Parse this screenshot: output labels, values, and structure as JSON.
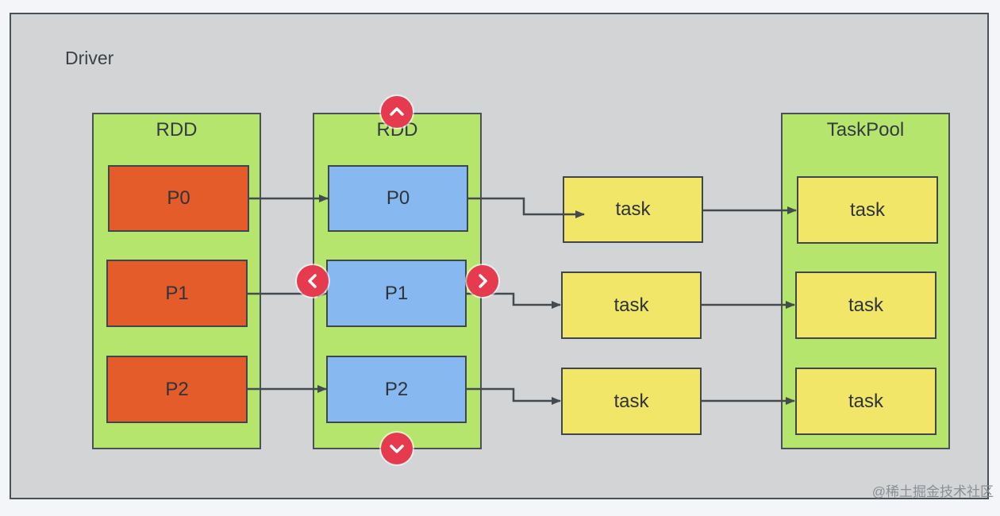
{
  "driver": {
    "label": "Driver"
  },
  "rdd_left": {
    "title": "RDD",
    "partitions": [
      "P0",
      "P1",
      "P2"
    ]
  },
  "rdd_mid": {
    "title": "RDD",
    "partitions": [
      "P0",
      "P1",
      "P2"
    ]
  },
  "tasks": [
    "task",
    "task",
    "task"
  ],
  "taskpool": {
    "title": "TaskPool",
    "tasks": [
      "task",
      "task",
      "task"
    ]
  },
  "watermark": "@稀土掘金技术社区",
  "colors": {
    "background": "#d3d4d6",
    "container": "#b6e56e",
    "partition_left": "#e45c2a",
    "partition_mid": "#87b8f0",
    "task": "#f1e667",
    "handle": "#e63a4e",
    "edge": "#434a50"
  },
  "icons": [
    "chevron-up-icon",
    "chevron-down-icon",
    "chevron-left-icon",
    "chevron-right-icon"
  ]
}
